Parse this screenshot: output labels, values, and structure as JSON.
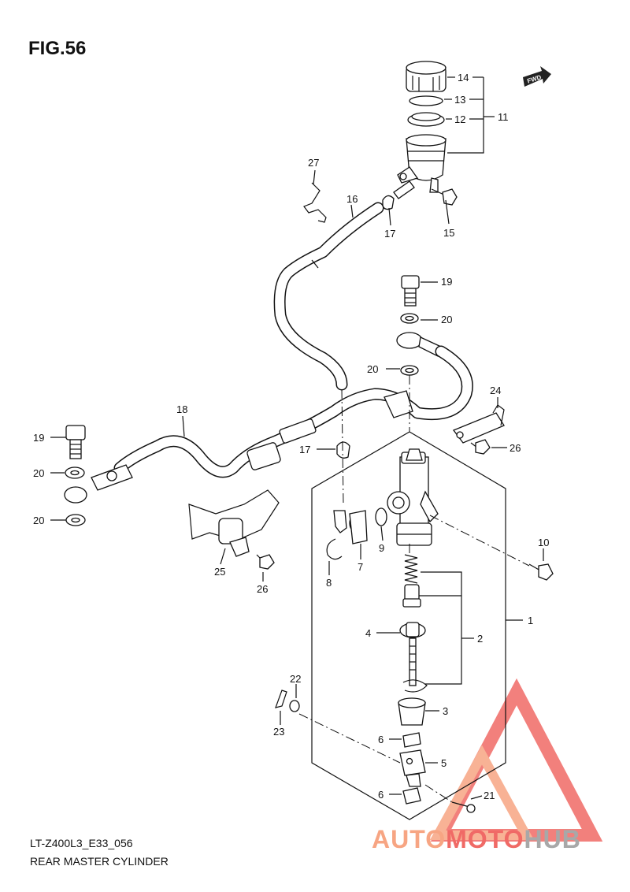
{
  "figure": {
    "title": "FIG.56",
    "model_code": "LT-Z400L3_E33_056",
    "section_name": "REAR MASTER CYLINDER"
  },
  "fwd_badge": {
    "label": "FWD"
  },
  "callouts": {
    "c1": "1",
    "c2": "2",
    "c3": "3",
    "c4": "4",
    "c5": "5",
    "c6a": "6",
    "c6b": "6",
    "c7": "7",
    "c8": "8",
    "c9": "9",
    "c10": "10",
    "c11": "11",
    "c12": "12",
    "c13": "13",
    "c14": "14",
    "c15": "15",
    "c16": "16",
    "c17a": "17",
    "c17b": "17",
    "c18": "18",
    "c19a": "19",
    "c19b": "19",
    "c20a": "20",
    "c20b": "20",
    "c20c": "20",
    "c20d": "20",
    "c21": "21",
    "c22": "22",
    "c23": "23",
    "c24": "24",
    "c25": "25",
    "c26a": "26",
    "c26b": "26",
    "c27": "27"
  },
  "watermark": {
    "part1": "AUTO",
    "part2": "MOTO",
    "part3": "HUB",
    "colors": {
      "primary": "#f06a66",
      "light": "#f7a583",
      "grey": "#a8a8a8"
    }
  }
}
